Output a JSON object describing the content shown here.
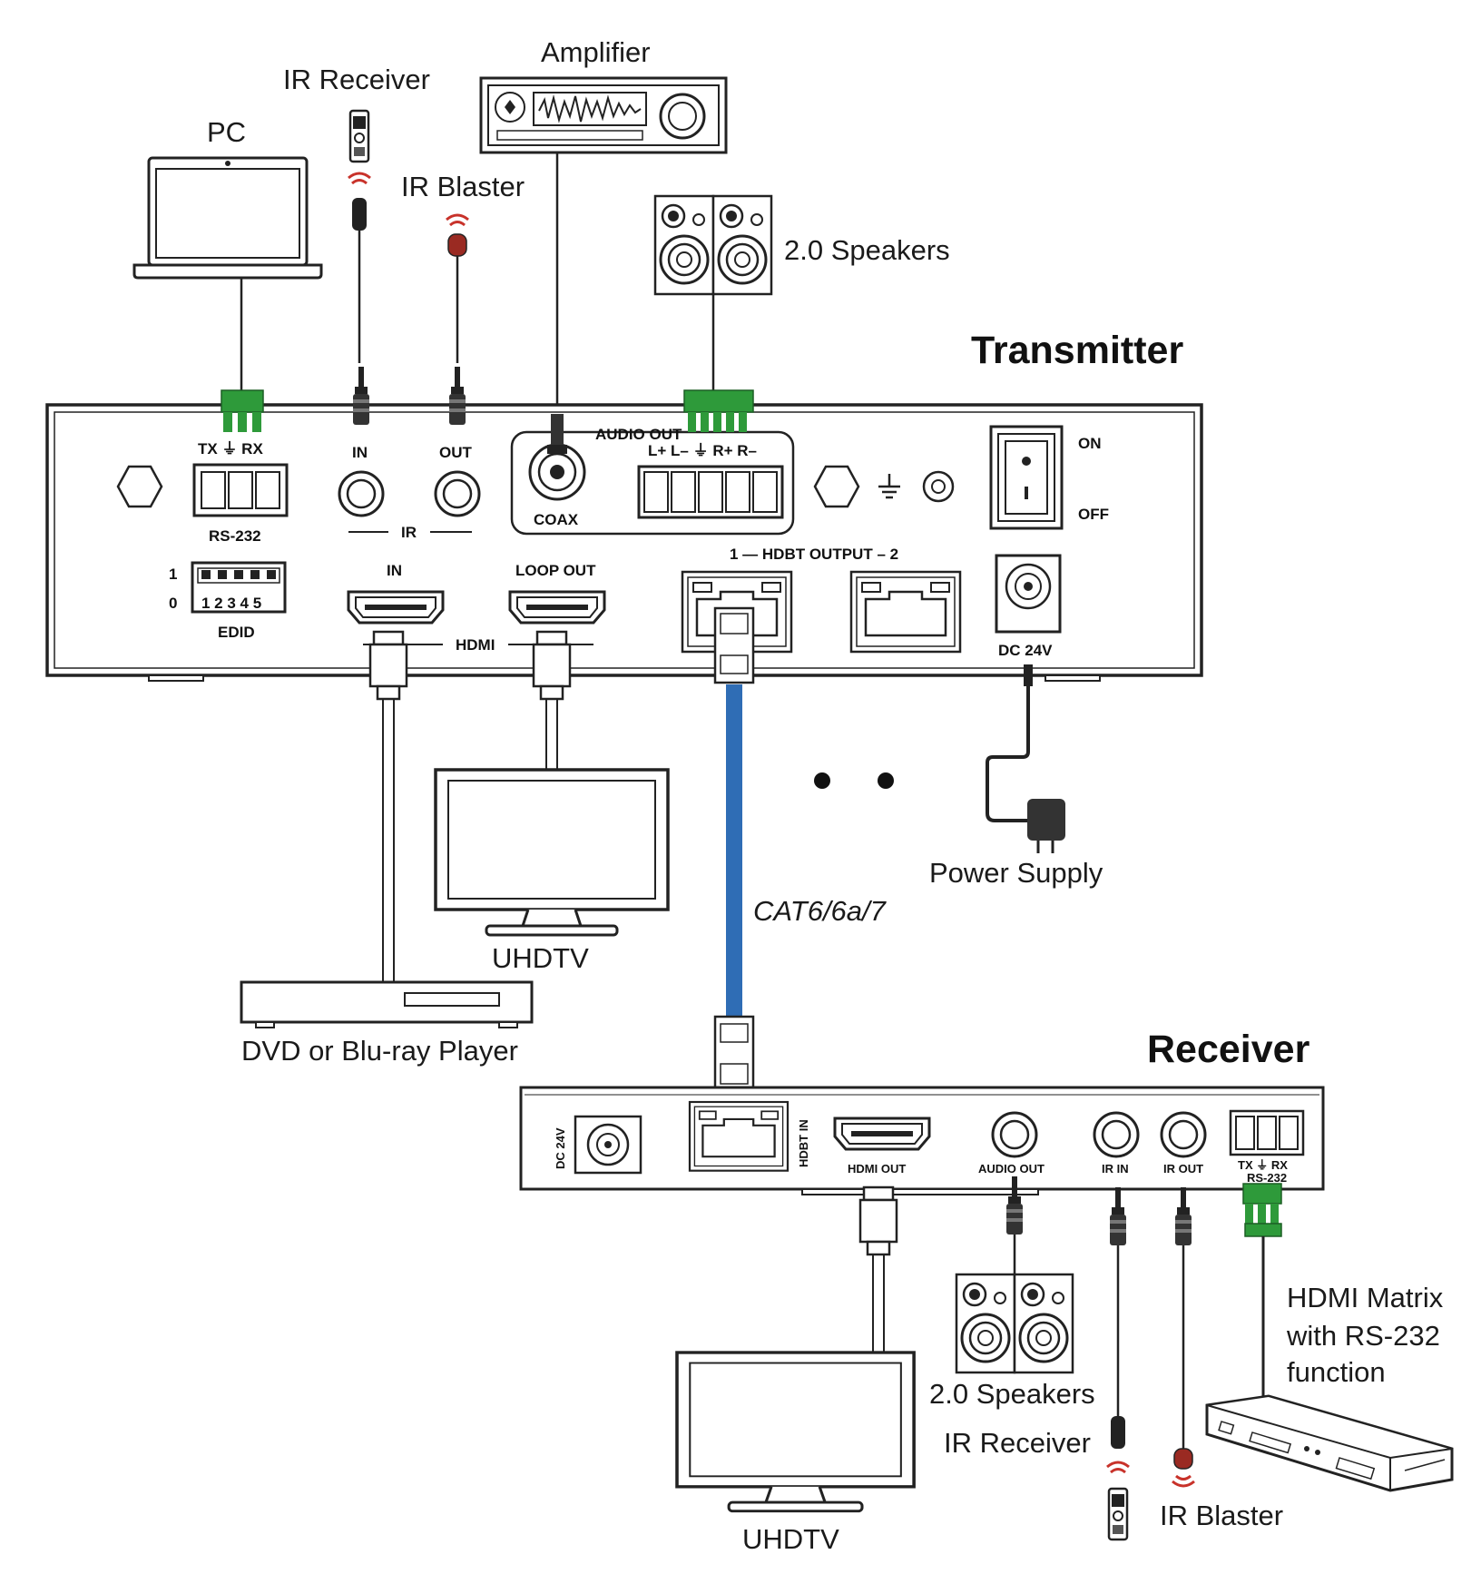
{
  "transmitter": {
    "title": "Transmitter",
    "rs232_pins": "TX  ⏚  RX",
    "rs232_label": "RS-232",
    "ir_in_label": "IN",
    "ir_out_label": "OUT",
    "ir_group_label": "IR",
    "audio_out_label": "AUDIO OUT",
    "audio_pins": "L+ L–  ⏚  R+ R–",
    "coax_label": "COAX",
    "switch_on": "ON",
    "switch_off": "OFF",
    "edid_label": "EDID",
    "edid_row1": "1",
    "edid_row0": "0",
    "edid_digits": "1 2 3 4 5",
    "hdmi_in_label": "IN",
    "hdmi_loop_label": "LOOP OUT",
    "hdmi_group_label": "HDMI",
    "hdbt_output_label": "1 — HDBT OUTPUT  – 2",
    "dc_label": "DC 24V"
  },
  "receiver": {
    "title": "Receiver",
    "dc_label": "DC 24V",
    "hdbt_in_label": "HDBT IN",
    "hdmi_out_label": "HDMI OUT",
    "audio_out_label": "AUDIO OUT",
    "ir_in_label": "IR IN",
    "ir_out_label": "IR OUT",
    "rs232_pins": "TX  ⏚  RX",
    "rs232_label": "RS-232"
  },
  "devices": {
    "pc": "PC",
    "ir_receiver_top": "IR Receiver",
    "ir_blaster_top": "IR Blaster",
    "amplifier": "Amplifier",
    "speakers_top": "2.0 Speakers",
    "power_supply": "Power Supply",
    "uhdtv_top": "UHDTV",
    "dvd_player": "DVD or Blu-ray Player",
    "cable_label": "CAT6/6a/7",
    "uhdtv_bottom": "UHDTV",
    "speakers_bottom": "2.0 Speakers",
    "ir_receiver_bottom": "IR Receiver",
    "ir_blaster_bottom": "IR Blaster",
    "matrix_line1": "HDMI Matrix",
    "matrix_line2": "with RS-232",
    "matrix_line3": "function"
  },
  "colors": {
    "cat_cable": "#2f6db5",
    "terminal_green": "#2e9a3a",
    "ir_red": "#c8322a"
  }
}
